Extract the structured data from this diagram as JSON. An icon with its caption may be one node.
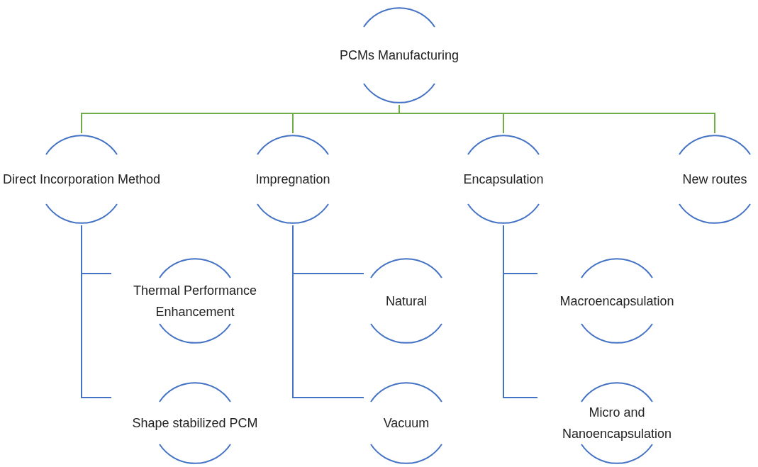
{
  "diagram": {
    "nodes": [
      {
        "text": [
          "PCMs Manufacturing"
        ]
      },
      {
        "text": [
          "Direct Incorporation Method"
        ]
      },
      {
        "text": [
          "Impregnation"
        ]
      },
      {
        "text": [
          "Encapsulation"
        ]
      },
      {
        "text": [
          "New routes"
        ]
      },
      {
        "text": [
          "Thermal Performance Enhancement"
        ]
      },
      {
        "text": [
          "Shape stabilized PCM"
        ]
      },
      {
        "text": [
          "Natural"
        ]
      },
      {
        "text": [
          "Vacuum"
        ]
      },
      {
        "text": [
          "Macroencapsulation"
        ]
      },
      {
        "text": [
          "Micro and Nanoencapsulation"
        ]
      }
    ],
    "edges": [
      {
        "from": 0,
        "to": 1,
        "arrow": "none",
        "color": "#70ad47"
      },
      {
        "from": 0,
        "to": 2,
        "arrow": "none",
        "color": "#70ad47"
      },
      {
        "from": 0,
        "to": 3,
        "arrow": "none",
        "color": "#70ad47"
      },
      {
        "from": 0,
        "to": 4,
        "arrow": "none",
        "color": "#70ad47"
      },
      {
        "from": 1,
        "to": 5,
        "arrow": "none"
      },
      {
        "from": 1,
        "to": 6,
        "arrow": "none"
      },
      {
        "from": 2,
        "to": 7,
        "arrow": "none"
      },
      {
        "from": 2,
        "to": 8,
        "arrow": "none"
      },
      {
        "from": 3,
        "to": 9,
        "arrow": "none"
      },
      {
        "from": 3,
        "to": 10,
        "arrow": "none"
      }
    ]
  }
}
